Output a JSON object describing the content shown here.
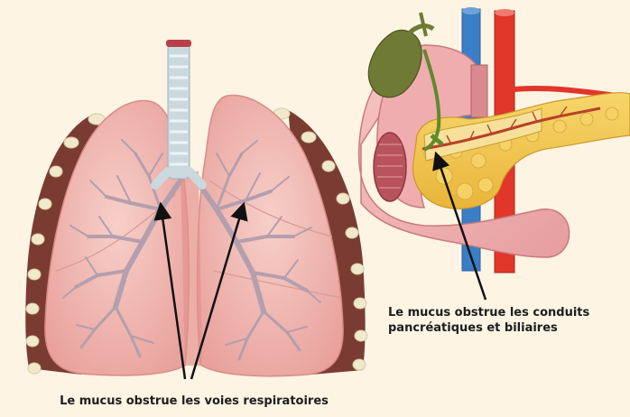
{
  "captions": {
    "lungs": "Le mucus obstrue les voies respiratoires",
    "pancreas_line1": "Le mucus obstrue les conduits",
    "pancreas_line2": "pancréatiques et biliaires"
  },
  "colors": {
    "background": "#fdf4e3",
    "lung_tissue": "#f2b7b2",
    "chest_wall": "#7a3c32",
    "rib_cartilage": "#f1e9cc",
    "trachea": "#cbd9df",
    "bronchi": "#b39fae",
    "intestine": "#f2b5b5",
    "pancreas": "#f4c84a",
    "pancreatic_duct": "#b8402b",
    "gallbladder": "#6f7a34",
    "artery": "#e2362b",
    "vein": "#3a7fc6",
    "arrow": "#111111"
  }
}
